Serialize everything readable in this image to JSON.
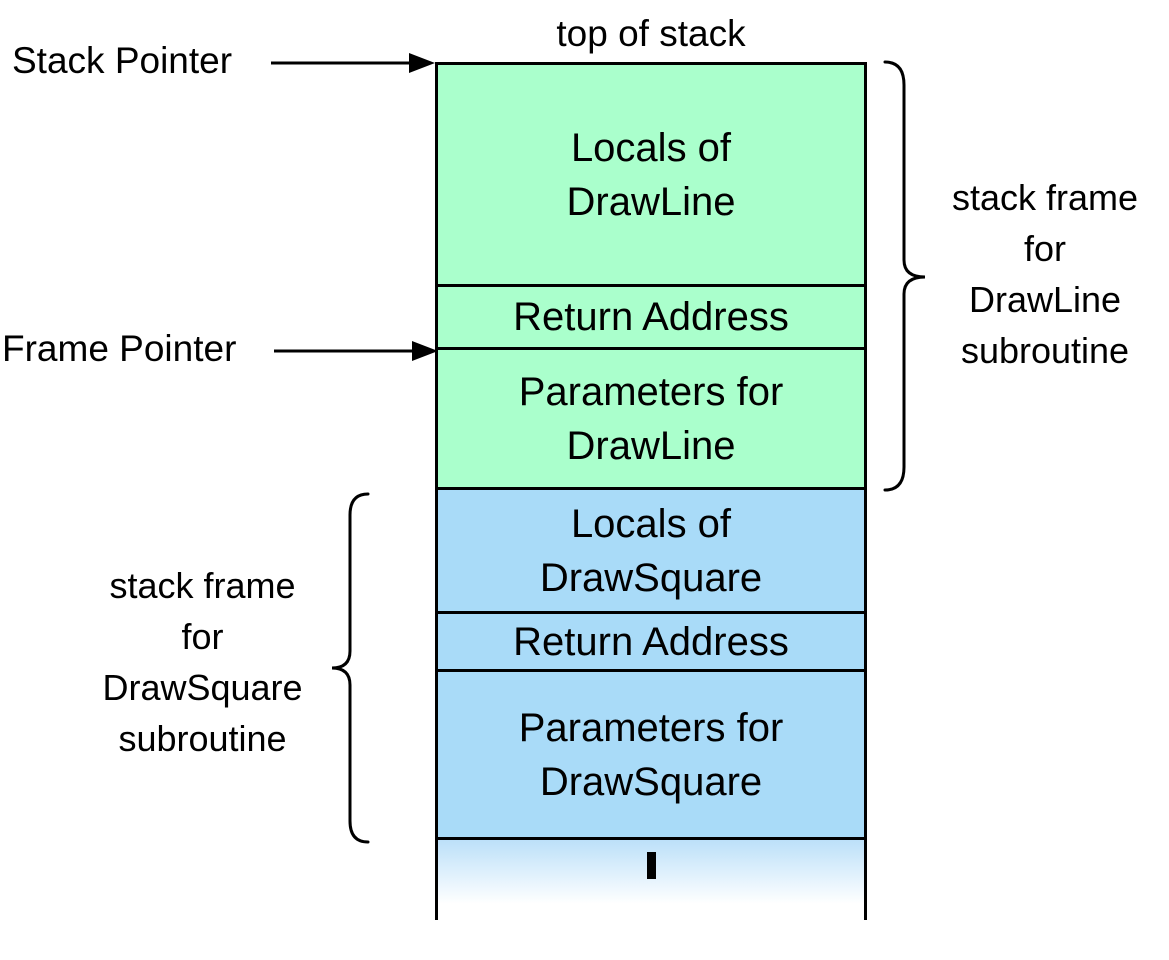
{
  "diagram": {
    "top_label": "top of stack",
    "pointers": {
      "stack_pointer": {
        "label": "Stack Pointer"
      },
      "frame_pointer": {
        "label": "Frame Pointer"
      }
    },
    "cells": [
      {
        "id": "locals-drawline",
        "frame": "DrawLine",
        "lines": [
          "Locals of",
          "DrawLine"
        ]
      },
      {
        "id": "return-address-drawline",
        "frame": "DrawLine",
        "lines": [
          "Return Address"
        ]
      },
      {
        "id": "params-drawline",
        "frame": "DrawLine",
        "lines": [
          "Parameters for",
          "DrawLine"
        ]
      },
      {
        "id": "locals-drawsquare",
        "frame": "DrawSquare",
        "lines": [
          "Locals of",
          "DrawSquare"
        ]
      },
      {
        "id": "return-address-drawsquare",
        "frame": "DrawSquare",
        "lines": [
          "Return Address"
        ]
      },
      {
        "id": "params-drawsquare",
        "frame": "DrawSquare",
        "lines": [
          "Parameters for",
          "DrawSquare"
        ]
      }
    ],
    "ellipsis_icon": "vertical-ellipsis",
    "braces": {
      "right": {
        "lines": [
          "stack frame",
          "for",
          "DrawLine",
          "subroutine"
        ]
      },
      "left": {
        "lines": [
          "stack frame",
          "for",
          "DrawSquare",
          "subroutine"
        ]
      }
    },
    "colors": {
      "drawline_frame": "#aaffcc",
      "drawsquare_frame": "#a9dbf8",
      "gradient_top": "#bce0f9",
      "stroke": "#000000",
      "background": "#ffffff"
    }
  }
}
